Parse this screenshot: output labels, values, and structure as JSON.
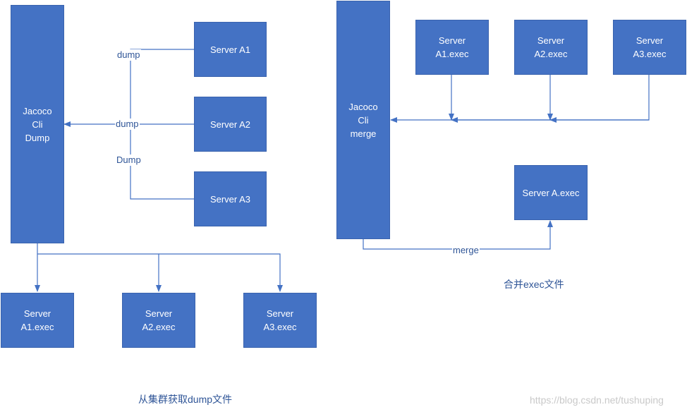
{
  "left_panel": {
    "cli_box": "Jacoco\nCli\nDump",
    "servers": [
      "Server A1",
      "Server A2",
      "Server A3"
    ],
    "edge_labels": [
      "dump",
      "dump",
      "Dump"
    ],
    "exec_files": [
      "Server\nA1.exec",
      "Server\nA2.exec",
      "Server\nA3.exec"
    ],
    "caption": "从集群获取dump文件"
  },
  "right_panel": {
    "cli_box": "Jacoco\nCli\nmerge",
    "exec_files": [
      "Server\nA1.exec",
      "Server\nA2.exec",
      "Server\nA3.exec"
    ],
    "merged_file": "Server A.exec",
    "edge_label": "merge",
    "caption": "合并exec文件"
  },
  "watermark": "https://blog.csdn.net/tushuping",
  "colors": {
    "box_fill": "#4472C4",
    "line": "#4472C4",
    "label_text": "#2F5597"
  }
}
